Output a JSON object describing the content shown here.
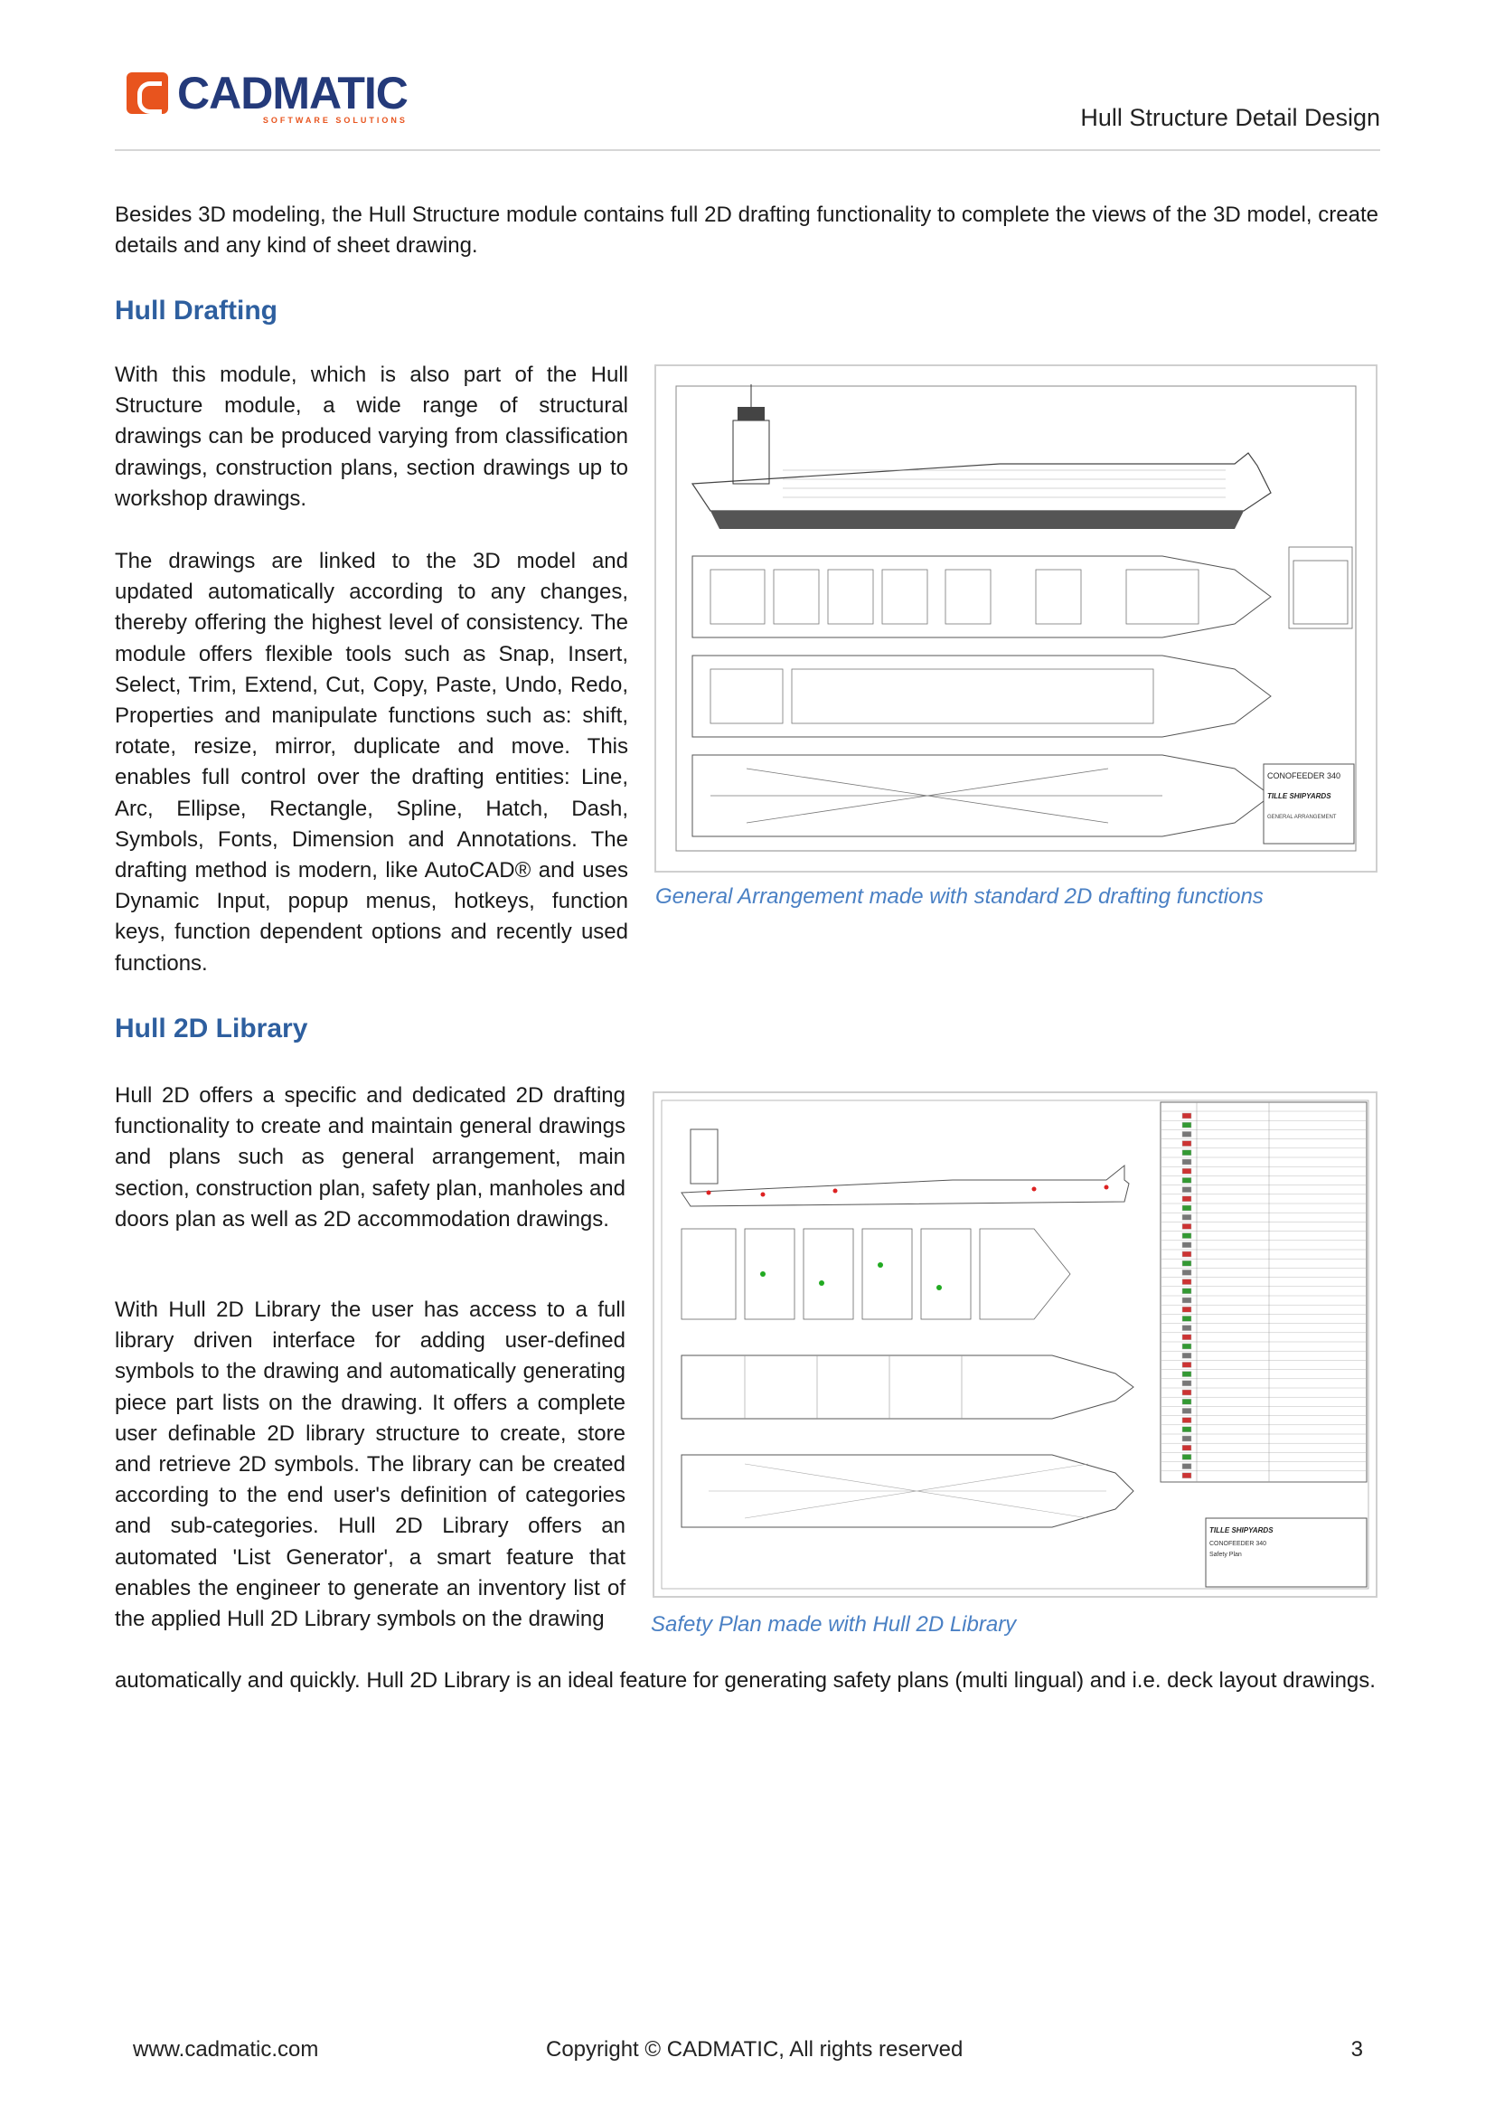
{
  "header": {
    "logo_text": "CADMATIC",
    "logo_subtext": "SOFTWARE SOLUTIONS",
    "title": "Hull Structure Detail Design"
  },
  "intro": "Besides 3D modeling, the Hull Structure module contains full 2D drafting functionality to complete the views of the 3D model, create details and any kind of sheet drawing.",
  "hull_drafting": {
    "heading": "Hull Drafting",
    "paragraph1": "With this module, which is also part of the Hull Structure module, a wide range of structural drawings can be produced varying from classification drawings, construction plans, section drawings up to workshop drawings.",
    "paragraph2": "The drawings are linked to the 3D model and updated automatically according to any changes, thereby offering the highest level of consistency. The module offers flexible tools such as Snap, Insert, Select, Trim, Extend, Cut, Copy, Paste, Undo, Redo, Properties and manipulate functions such as: shift, rotate, resize, mirror, duplicate and move. This enables full control over the drafting entities: Line, Arc, Ellipse, Rectangle, Spline, Hatch, Dash, Symbols, Fonts, Dimension and Annotations. The drafting method is modern, like AutoCAD® and uses Dynamic Input, popup menus, hotkeys, function keys, function dependent options and recently used functions.",
    "figure_caption": "General Arrangement made with standard 2D drafting functions",
    "figure_labels": {
      "ship_name": "CONOFEEDER 340",
      "shipyard": "TILLE SHIPYARDS",
      "sheet": "GENERAL ARRANGEMENT"
    }
  },
  "hull_2d_library": {
    "heading": "Hull 2D Library",
    "paragraph1": "Hull 2D offers a specific and dedicated 2D drafting functionality to create and maintain general drawings and plans such as general arrangement, main section, construction plan, safety plan, manholes and doors plan as well as 2D accommodation drawings.",
    "paragraph2": "With Hull 2D Library the user has access to a full library driven interface for adding user-defined symbols to the drawing and automatically generating piece part lists on the drawing. It offers a complete user definable 2D library structure to create, store and retrieve 2D symbols. The library can be created according to the end user's definition of categories and sub-categories. Hull 2D Library offers an automated 'List Generator', a smart feature that enables the engineer to generate an inventory list of the applied Hull 2D Library symbols on the drawing",
    "paragraph2_tail": "automatically and quickly. Hull 2D Library is an ideal feature for generating safety plans (multi lingual) and i.e. deck layout drawings.",
    "figure_caption": "Safety Plan made with Hull 2D Library",
    "figure_labels": {
      "shipyard": "TILLE SHIPYARDS",
      "ship_name": "CONOFEEDER 340",
      "sheet": "Safety Plan"
    }
  },
  "footer": {
    "website": "www.cadmatic.com",
    "copyright": "Copyright © CADMATIC, All rights reserved",
    "page_number": "3"
  },
  "colors": {
    "brand_orange": "#e8541e",
    "brand_navy": "#243a7a",
    "heading_blue": "#2e5f9f",
    "caption_blue": "#4a80c4"
  }
}
